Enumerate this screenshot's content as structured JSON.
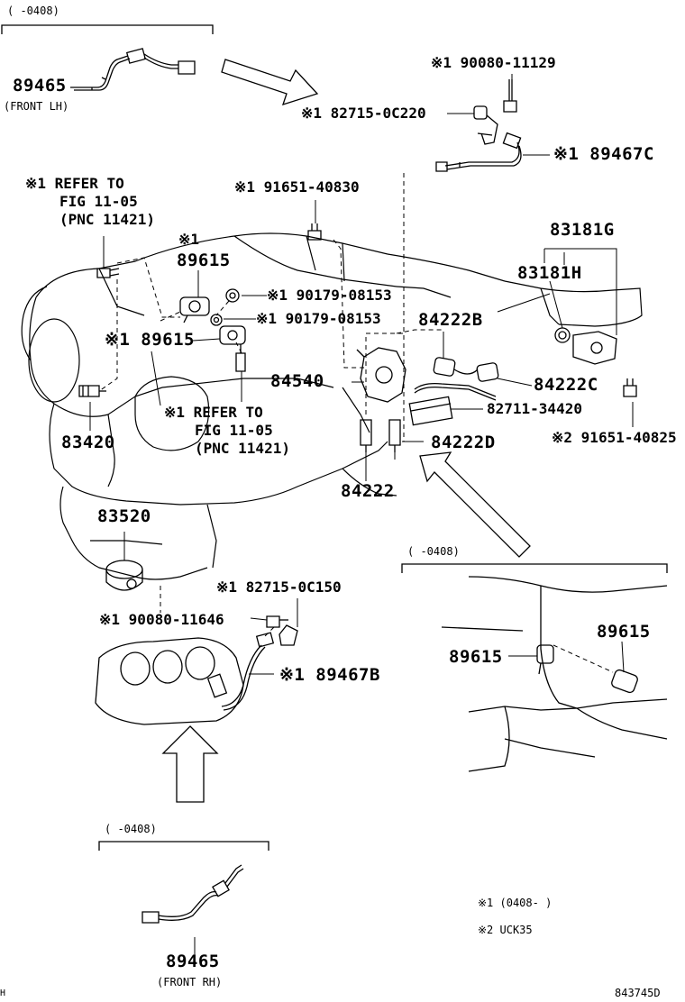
{
  "labels": {
    "top_date": "(      -0408)",
    "p89465_top": "89465",
    "front_lh": "(FRONT LH)",
    "n1_90080_11129": "※1 90080-11129",
    "n1_82715_0C220": "※1 82715-0C220",
    "n1_89467C": "※1  89467C",
    "refer1_l1": "※1 REFER TO",
    "refer1_l2": "FIG 11-05",
    "refer1_l3": "(PNC 11421)",
    "n1_91651_40830": "※1 91651-40830",
    "n1_mark_89615": "※1",
    "p89615_a": "89615",
    "n1_90179_08153_a": "※1 90179-08153",
    "n1_90179_08153_b": "※1 90179-08153",
    "n1_89615_b": "※1 89615",
    "p83181G": "83181G",
    "p83181H": "83181H",
    "p84222B": "84222B",
    "p84540": "84540",
    "p84222C": "84222C",
    "p83420": "83420",
    "refer2_l1": "※1 REFER TO",
    "refer2_l2": "FIG 11-05",
    "refer2_l3": "(PNC 11421)",
    "p82711_34420": "82711-34420",
    "p84222D": "84222D",
    "n2_91651_40825": "※2 91651-40825",
    "p84222": "84222",
    "p83520": "83520",
    "mid_date": "(      -0408)",
    "n1_82715_0C150": "※1 82715-0C150",
    "n1_90080_11646": "※1 90080-11646",
    "p89615_c": "89615",
    "p89615_d": "89615",
    "n1_89467B": "※1  89467B",
    "bot_date": "(      -0408)",
    "p89465_bot": "89465",
    "front_rh": "(FRONT RH)",
    "legend1": "※1 (0408-      )",
    "legend2": "※2 UCK35",
    "corner_h": "H",
    "diagram_id": "843745D"
  }
}
